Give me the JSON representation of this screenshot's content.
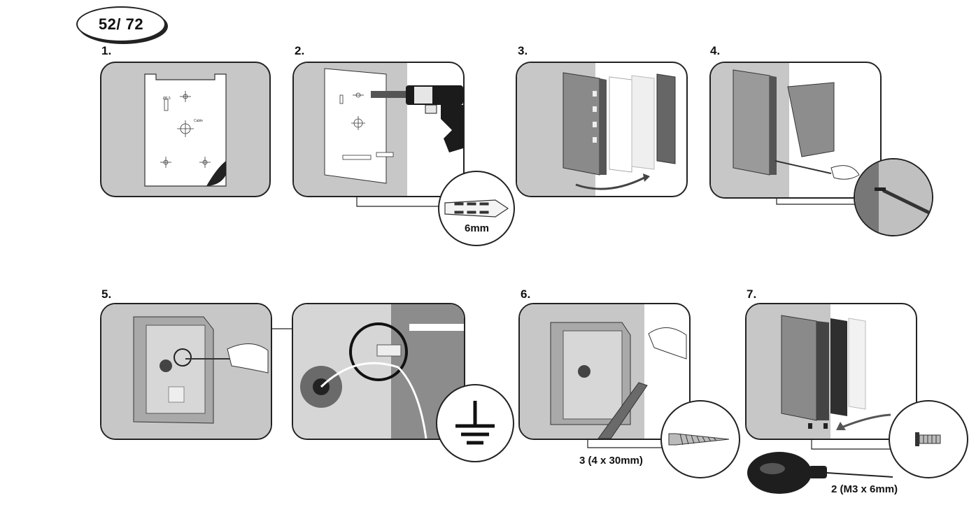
{
  "page_indicator": "52/ 72",
  "steps": [
    {
      "number": "1."
    },
    {
      "number": "2."
    },
    {
      "number": "3."
    },
    {
      "number": "4."
    },
    {
      "number": "5."
    },
    {
      "number": "6."
    },
    {
      "number": "7."
    }
  ],
  "template_labels": {
    "hole_size": "Ø6,5",
    "cable": "Cable"
  },
  "callouts": {
    "dowel": "6mm",
    "wall_screws": "3 (4 x 30mm)",
    "machine_screws": "2 (M3 x 6mm)"
  },
  "icons": {
    "ground": "ground-symbol-icon",
    "screwdriver": "screwdriver-icon",
    "drill": "drill-icon",
    "dowel": "wall-plug-icon",
    "screw": "screw-icon",
    "arrow": "curved-arrow-icon"
  },
  "colors": {
    "panel_grey": "#c9c9c9",
    "wall_grey": "#dcdcdc",
    "outline": "#222222"
  }
}
